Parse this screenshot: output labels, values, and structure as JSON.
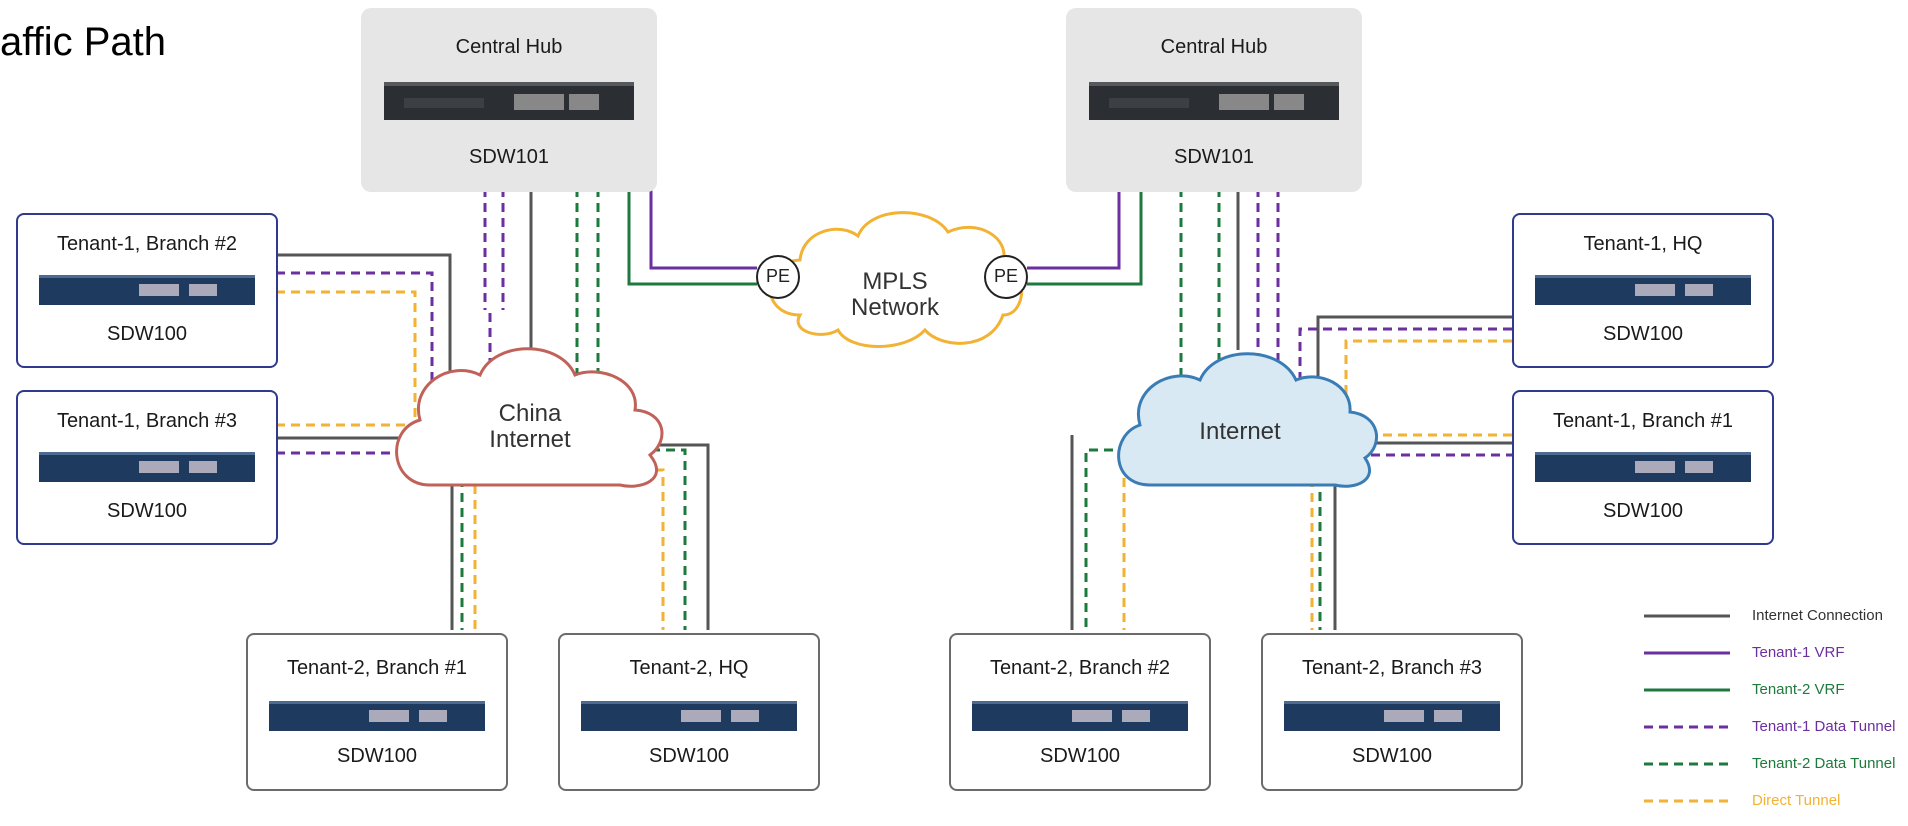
{
  "title": "affic Path",
  "hubs": [
    {
      "title": "Central Hub",
      "model": "SDW101"
    },
    {
      "title": "Central Hub",
      "model": "SDW101"
    }
  ],
  "branches": [
    {
      "title": "Tenant-1, Branch #2",
      "model": "SDW100"
    },
    {
      "title": "Tenant-1, Branch #3",
      "model": "SDW100"
    },
    {
      "title": "Tenant-1, HQ",
      "model": "SDW100"
    },
    {
      "title": "Tenant-1, Branch #1",
      "model": "SDW100"
    },
    {
      "title": "Tenant-2, Branch #1",
      "model": "SDW100"
    },
    {
      "title": "Tenant-2, HQ",
      "model": "SDW100"
    },
    {
      "title": "Tenant-2, Branch #2",
      "model": "SDW100"
    },
    {
      "title": "Tenant-2, Branch #3",
      "model": "SDW100"
    }
  ],
  "clouds": {
    "mpls": [
      "MPLS",
      "Network"
    ],
    "china": [
      "China",
      "Internet"
    ],
    "internet": "Internet"
  },
  "pe_label": "PE",
  "legend": [
    {
      "label": "Internet Connection",
      "color": "#555555",
      "style": "solid"
    },
    {
      "label": "Tenant-1 VRF",
      "color": "#6b2fa0",
      "style": "solid"
    },
    {
      "label": "Tenant-2 VRF",
      "color": "#1e7a3c",
      "style": "solid"
    },
    {
      "label": "Tenant-1 Data Tunnel",
      "color": "#6b2fa0",
      "style": "dashed"
    },
    {
      "label": "Tenant-2 Data Tunnel",
      "color": "#1e7a3c",
      "style": "dashed"
    },
    {
      "label": "Direct Tunnel",
      "color": "#f2b233",
      "style": "dashed"
    }
  ],
  "colors": {
    "internet": "#555555",
    "tenant1": "#6b2fa0",
    "tenant2": "#1e7a3c",
    "direct": "#f2b233",
    "box_border_blue": "#2f3a8f",
    "china_cloud": "#c0625a",
    "internet_cloud": "#3a7db5",
    "mpls_cloud": "#f2b233"
  }
}
